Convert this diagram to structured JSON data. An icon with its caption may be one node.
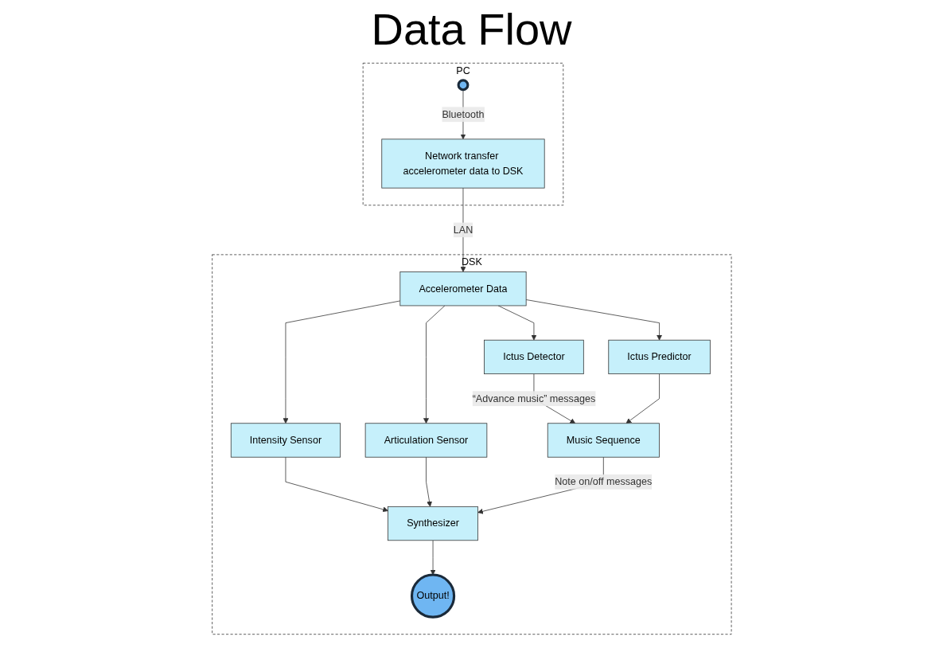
{
  "diagram": {
    "title": "Data Flow",
    "nodes": [
      {
        "text": [
          "PC"
        ]
      },
      {
        "text": [],
        "shape": "circle",
        "in": 0
      },
      {
        "text": [
          "Network transfer accelerometer data to DSK"
        ],
        "in": 0
      },
      {
        "text": [
          "DSK"
        ]
      },
      {
        "text": [
          "Accelerometer Data"
        ],
        "in": 3
      },
      {
        "text": [
          "Ictus Detector"
        ],
        "in": 3
      },
      {
        "text": [
          "Ictus Predictor"
        ],
        "in": 3
      },
      {
        "text": [
          "Intensity Sensor"
        ],
        "in": 3
      },
      {
        "text": [
          "Articulation Sensor"
        ],
        "in": 3
      },
      {
        "text": [
          "Music Sequence"
        ],
        "in": 3
      },
      {
        "text": [
          "Synthesizer"
        ],
        "in": 3
      },
      {
        "text": [
          "Output!"
        ],
        "in": 3
      }
    ],
    "edges": [
      {
        "from": 1,
        "to": 2,
        "arrow": "to",
        "label": "Bluetooth"
      },
      {
        "from": 2,
        "to": 4,
        "arrow": "to",
        "label": "LAN"
      },
      {
        "from": 4,
        "to": 5,
        "arrow": "to"
      },
      {
        "from": 4,
        "to": 6,
        "arrow": "to"
      },
      {
        "from": 4,
        "to": 7,
        "arrow": "to"
      },
      {
        "from": 4,
        "to": 8,
        "arrow": "to"
      },
      {
        "from": 5,
        "to": 9,
        "arrow": "to",
        "label": "“Advance music” messages"
      },
      {
        "from": 6,
        "to": 9,
        "arrow": "to"
      },
      {
        "from": 7,
        "to": 10,
        "arrow": "to"
      },
      {
        "from": 8,
        "to": 10,
        "arrow": "to"
      },
      {
        "from": 9,
        "to": 10,
        "arrow": "to",
        "label": "Note on/off messages"
      },
      {
        "from": 10,
        "to": 11,
        "arrow": "to"
      }
    ]
  }
}
